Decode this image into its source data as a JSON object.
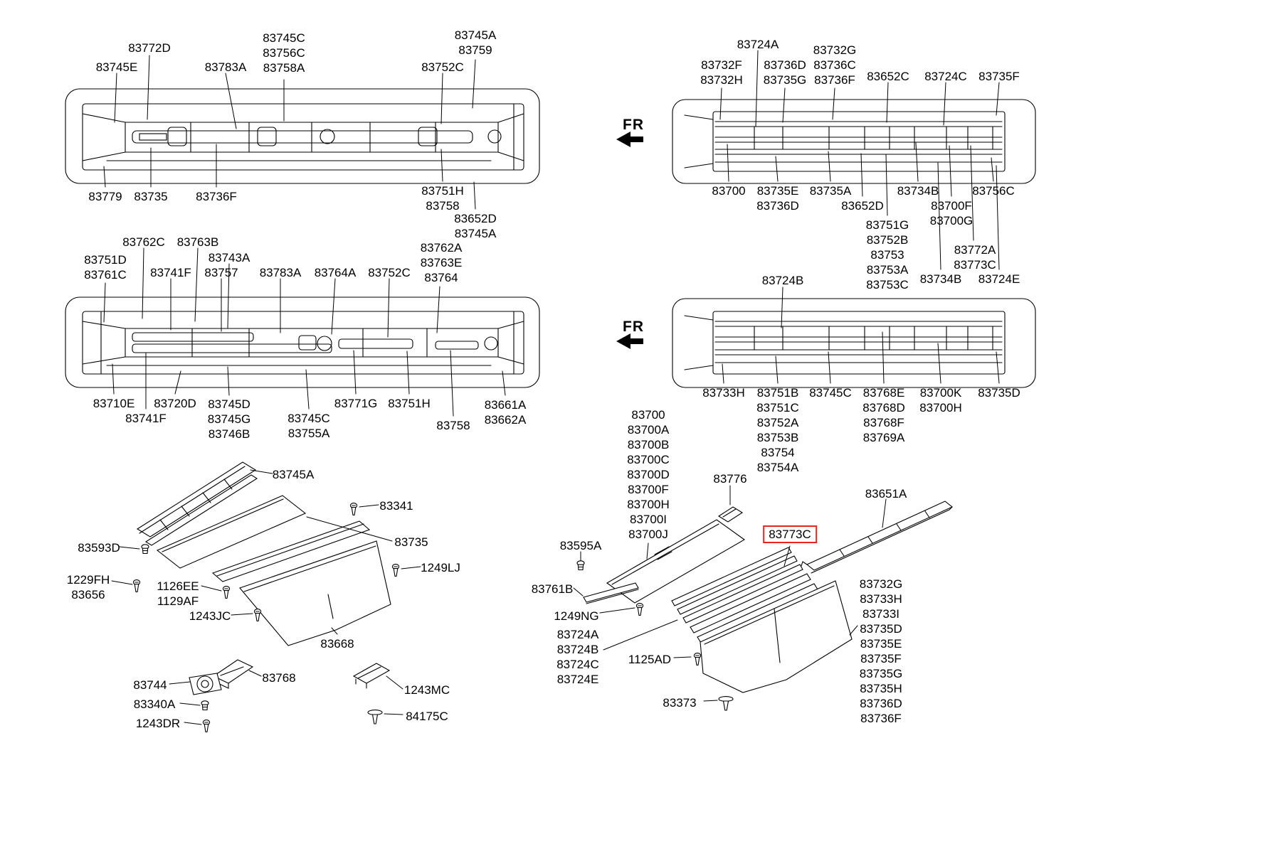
{
  "colors": {
    "background": "#ffffff",
    "line": "#000000",
    "highlight": "#e8241c"
  },
  "sections": {
    "fr_label": "FR",
    "highlighted_part": "83773C",
    "top_left": [
      "83772D",
      "83745C\n83756C\n83758A",
      "83745A\n83759",
      "83745E",
      "83783A",
      "83752C",
      "83779",
      "83735",
      "83736F",
      "83751H\n83758",
      "83652D\n83745A"
    ],
    "mid_left": [
      "83762C",
      "83763B",
      "83751D\n83761C",
      "83743A",
      "83741F",
      "83757",
      "83783A",
      "83764A",
      "83752C",
      "83762A\n83763E\n83764",
      "83710E",
      "83720D",
      "83741F",
      "83745D\n83745G\n83746B",
      "83745C\n83755A",
      "83771G",
      "83751H",
      "83758",
      "83661A\n83662A"
    ],
    "top_right": [
      "83724A",
      "83732F\n83732H",
      "83736D\n83735G",
      "83732G\n83736C\n83736F",
      "83652C",
      "83724C",
      "83735F",
      "83700",
      "83735E\n83736D",
      "83735A",
      "83652D",
      "83734B",
      "83700F\n83700G",
      "83756C",
      "83751G\n83752B\n83753\n83753A\n83753C",
      "83772A\n83773C",
      "83734B",
      "83724E"
    ],
    "mid_right": [
      "83724B",
      "83733H",
      "83751B\n83751C\n83752A\n83753B\n83754\n83754A",
      "83745C",
      "83768E\n83768D\n83768F\n83769A",
      "83700K\n83700H",
      "83735D"
    ],
    "bottom_left": [
      "83745A",
      "83341",
      "83735",
      "83593D",
      "1249LJ",
      "1229FH\n83656",
      "1126EE\n1129AF",
      "1243JC",
      "83668",
      "83744",
      "83768",
      "83340A",
      "1243DR",
      "1243MC",
      "84175C"
    ],
    "bottom_right": [
      "83700\n83700A\n83700B\n83700C\n83700D\n83700F\n83700H\n83700I\n83700J",
      "83776",
      "83651A",
      "83595A",
      "83761B",
      "1249NG",
      "83724A\n83724B\n83724C\n83724E",
      "1125AD",
      "83373",
      "83732G\n83733H\n83733I\n83735D\n83735E\n83735F\n83735G\n83735H\n83736D\n83736F"
    ]
  }
}
